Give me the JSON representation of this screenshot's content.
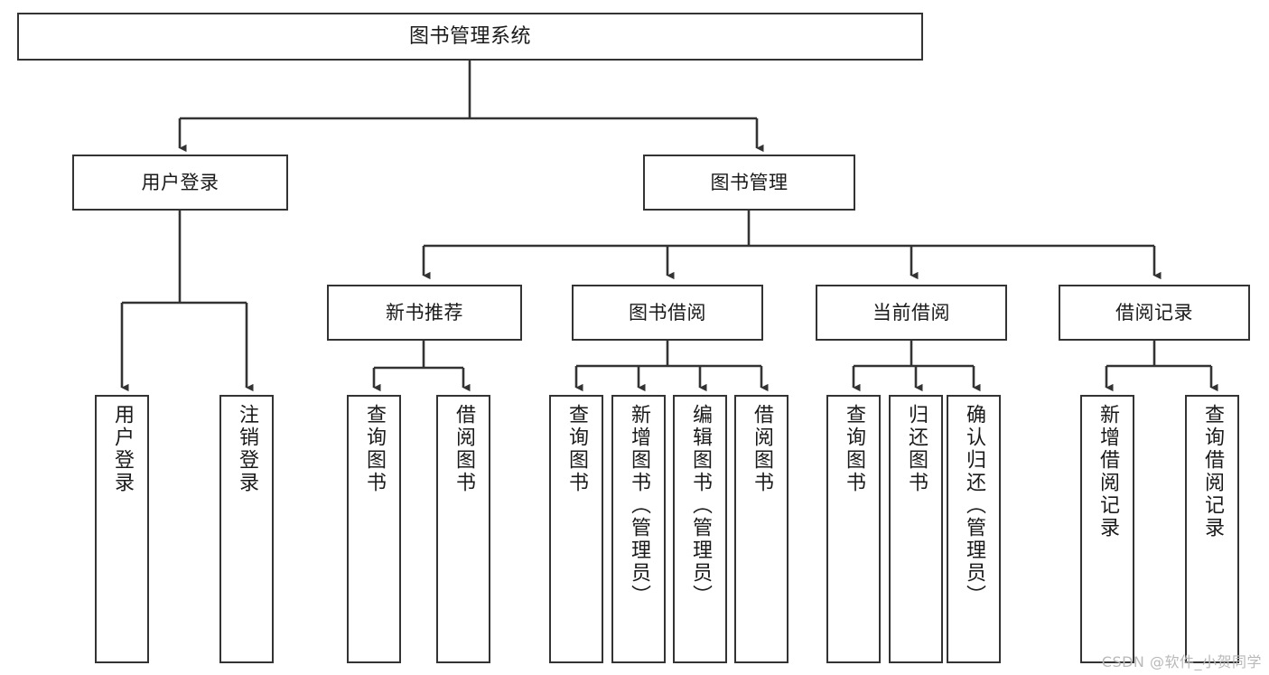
{
  "diagram": {
    "title": "图书管理系统",
    "type": "tree-hierarchy",
    "root": {
      "id": "root",
      "label": "图书管理系统"
    },
    "level2": [
      {
        "id": "user-login",
        "label": "用户登录"
      },
      {
        "id": "book-management",
        "label": "图书管理"
      }
    ],
    "level3": [
      {
        "id": "new-book-recommend",
        "label": "新书推荐",
        "parent": "book-management"
      },
      {
        "id": "book-borrow",
        "label": "图书借阅",
        "parent": "book-management"
      },
      {
        "id": "current-borrow",
        "label": "当前借阅",
        "parent": "book-management"
      },
      {
        "id": "borrow-record",
        "label": "借阅记录",
        "parent": "book-management"
      }
    ],
    "leaves": {
      "user_login": [
        {
          "id": "leaf-user-login",
          "label": "用户登录"
        },
        {
          "id": "leaf-user-logout",
          "label": "注销登录"
        }
      ],
      "new_book_recommend": [
        {
          "id": "leaf-query-book-1",
          "label": "查询图书"
        },
        {
          "id": "leaf-borrow-book-1",
          "label": "借阅图书"
        }
      ],
      "book_borrow": [
        {
          "id": "leaf-query-book-2",
          "label": "查询图书"
        },
        {
          "id": "leaf-add-book",
          "label": "新增图书（管理员）"
        },
        {
          "id": "leaf-edit-book",
          "label": "编辑图书（管理员）"
        },
        {
          "id": "leaf-borrow-book-2",
          "label": "借阅图书"
        }
      ],
      "current_borrow": [
        {
          "id": "leaf-query-book-3",
          "label": "查询图书"
        },
        {
          "id": "leaf-return-book",
          "label": "归还图书"
        },
        {
          "id": "leaf-confirm-return",
          "label": "确认归还（管理员）"
        }
      ],
      "borrow_record": [
        {
          "id": "leaf-add-record",
          "label": "新增借阅记录"
        },
        {
          "id": "leaf-query-record",
          "label": "查询借阅记录"
        }
      ]
    }
  },
  "watermark": {
    "text": "CSDN @软件_小贺同学"
  },
  "colors": {
    "border": "#333333",
    "background": "#ffffff",
    "text": "#1a1a1a",
    "watermark": "#b9b9b9"
  }
}
